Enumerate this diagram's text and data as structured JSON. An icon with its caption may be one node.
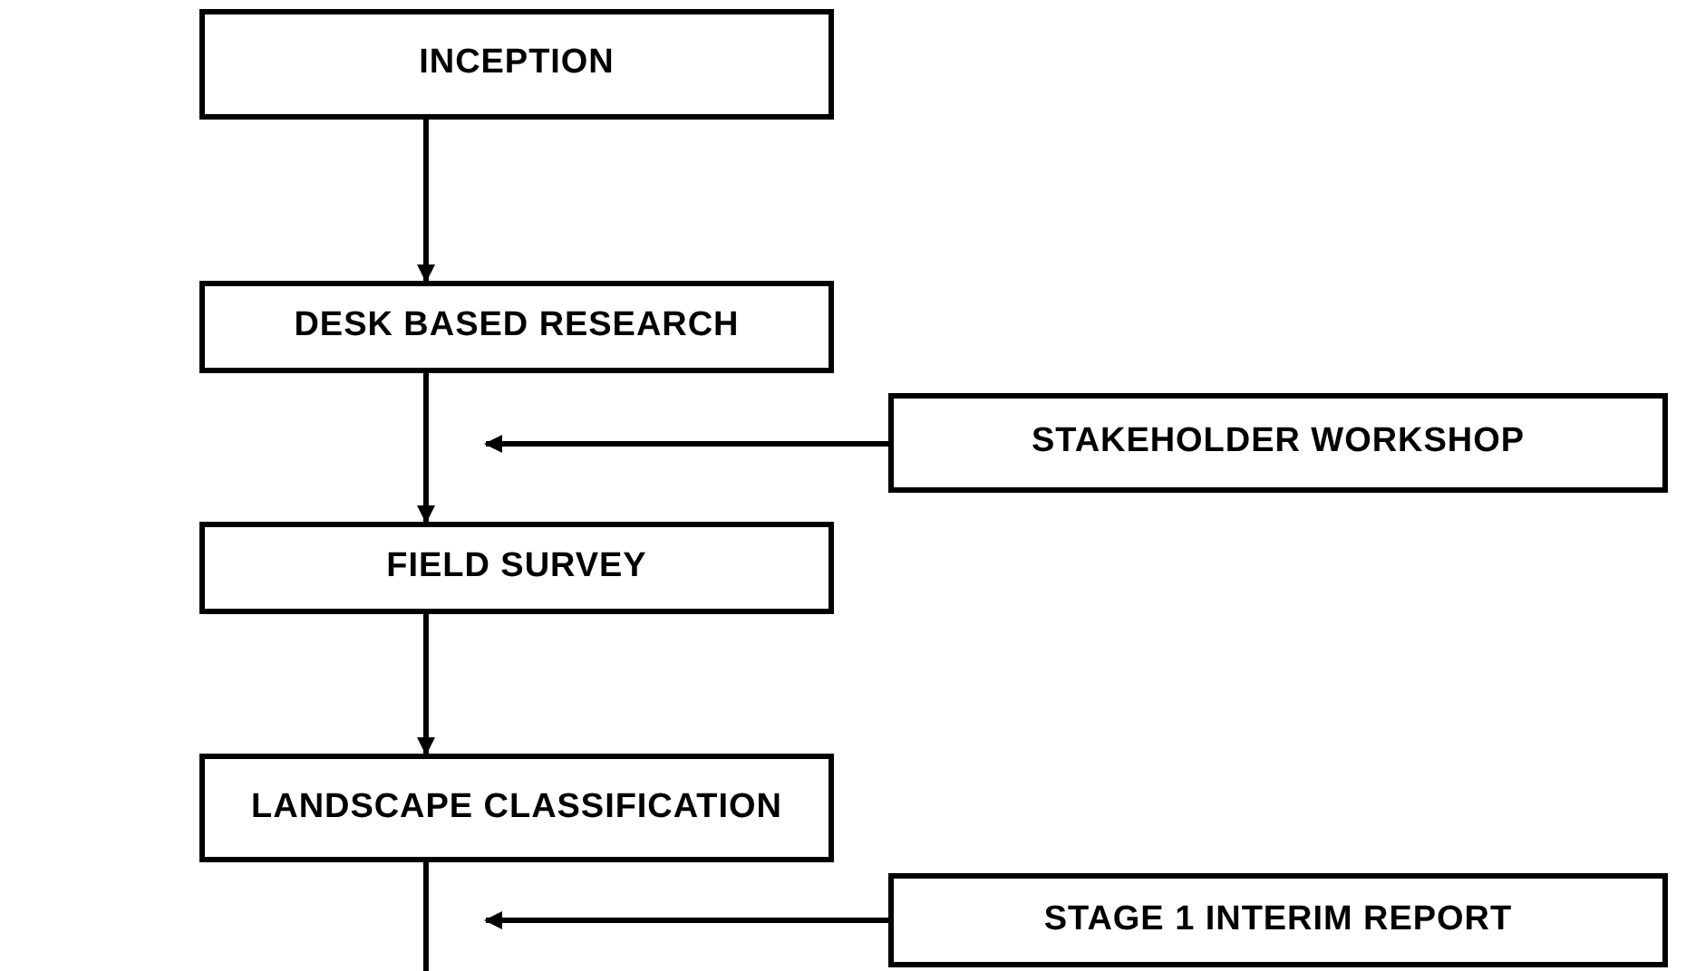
{
  "diagram": {
    "nodes": [
      {
        "text": [
          "INCEPTION"
        ]
      },
      {
        "text": [
          "DESK BASED RESEARCH"
        ]
      },
      {
        "text": [
          "STAKEHOLDER WORKSHOP"
        ]
      },
      {
        "text": [
          "FIELD SURVEY"
        ]
      },
      {
        "text": [
          "LANDSCAPE CLASSIFICATION"
        ]
      },
      {
        "text": [
          "STAGE 1 INTERIM REPORT"
        ]
      }
    ],
    "edges": [
      {
        "from": 0,
        "to": 1,
        "arrow": "to"
      },
      {
        "from": 2,
        "to": null,
        "arrow": "to"
      },
      {
        "from": 1,
        "to": 3,
        "arrow": "to"
      },
      {
        "from": 3,
        "to": 4,
        "arrow": "to"
      },
      {
        "from": 4,
        "to": null,
        "arrow": "none"
      },
      {
        "from": 5,
        "to": 4,
        "arrow": "to"
      }
    ]
  }
}
